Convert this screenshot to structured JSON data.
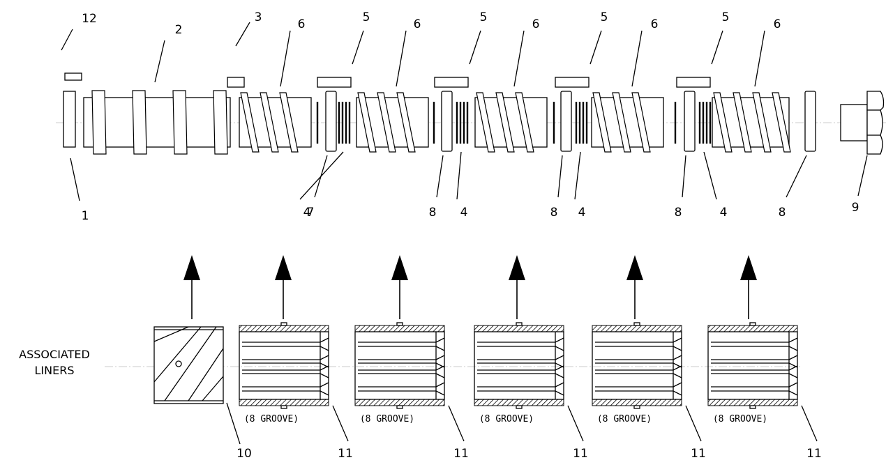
{
  "diagram": {
    "callouts": {
      "bundle_clamp": "12",
      "feed_screw": "2",
      "key": "3",
      "sleeve": "5",
      "screw_element": "6",
      "end_plate": "1",
      "thrust_ring_first": "7",
      "shim_washer": "4",
      "thrust_ring": "8",
      "tip_nut": "9",
      "feed_liner": "10",
      "barrel_liner": "11"
    },
    "liners_label_line1": "ASSOCIATED",
    "liners_label_line2": "LINERS",
    "liner_groove_text": "(8 GROOVE)"
  }
}
